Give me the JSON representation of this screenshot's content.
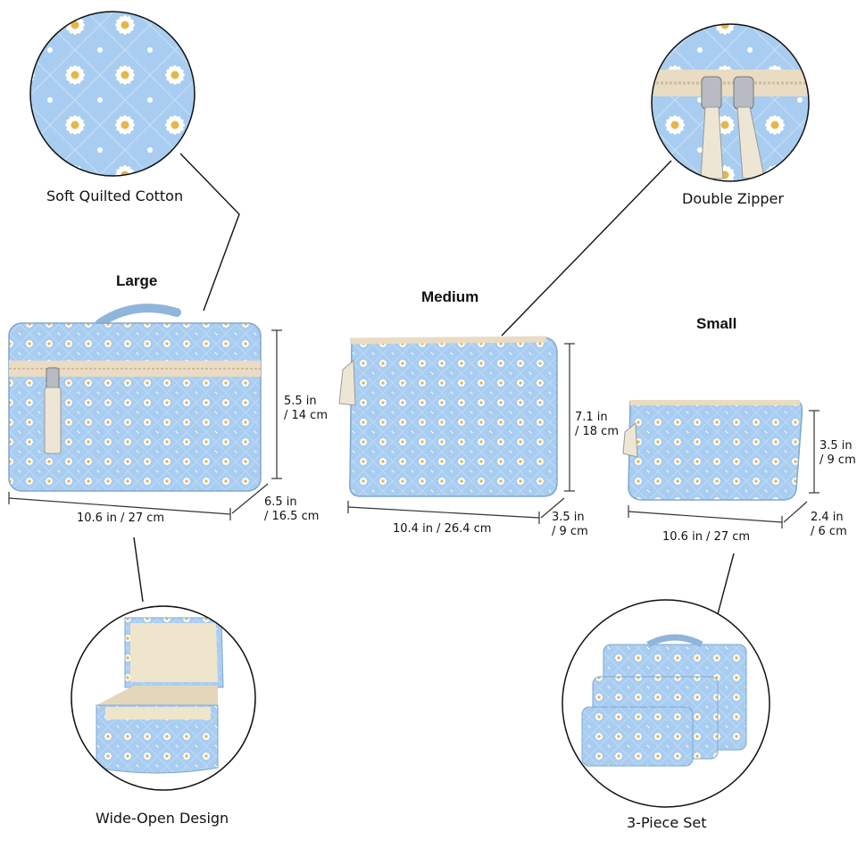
{
  "features": {
    "fabric": "Soft Quilted Cotton",
    "zipper": "Double Zipper",
    "open": "Wide-Open Design",
    "set": "3-Piece Set"
  },
  "sizes": {
    "large": {
      "title": "Large",
      "height_line1": "5.5 in",
      "height_line2": "/ 14 cm",
      "width": "10.6 in / 27 cm",
      "depth_line1": "6.5 in",
      "depth_line2": "/ 16.5 cm"
    },
    "medium": {
      "title": "Medium",
      "height_line1": "7.1 in",
      "height_line2": "/ 18 cm",
      "width": "10.4 in / 26.4 cm",
      "depth_line1": "3.5 in",
      "depth_line2": "/ 9 cm"
    },
    "small": {
      "title": "Small",
      "height_line1": "3.5 in",
      "height_line2": "/ 9 cm",
      "width": "10.6 in / 27 cm",
      "depth_line1": "2.4 in",
      "depth_line2": "/ 6 cm"
    }
  },
  "colors": {
    "fabric": "#a9cdf0",
    "daisy_petal": "#ffffff",
    "daisy_center": "#e6b64a",
    "zipper_tape": "#e9dcc3",
    "lining": "#efe4cc"
  }
}
